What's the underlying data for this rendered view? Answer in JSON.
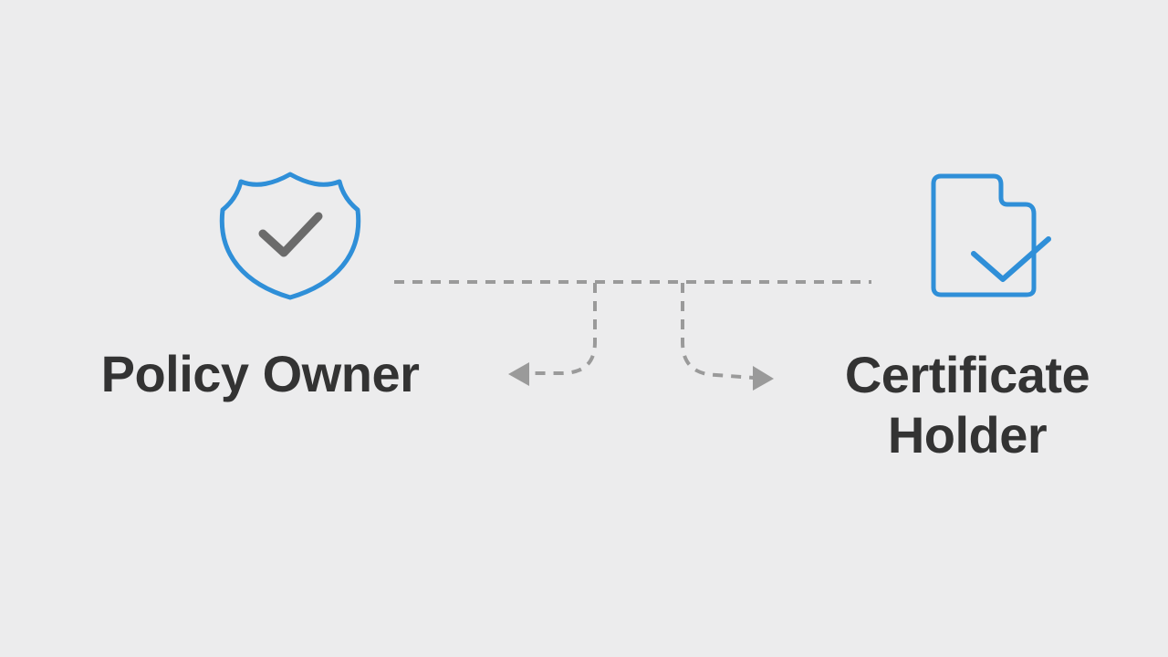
{
  "left_party": {
    "label": "Policy Owner",
    "icon": "shield-check-icon"
  },
  "right_party": {
    "label_line1": "Certificate",
    "label_line2": "Holder",
    "icon": "document-check-icon"
  },
  "colors": {
    "background": "#ececed",
    "icon_outline": "#2f8fd8",
    "checkmark_shield": "#6b6b6b",
    "connector": "#9a9a9a",
    "text": "#333333"
  }
}
